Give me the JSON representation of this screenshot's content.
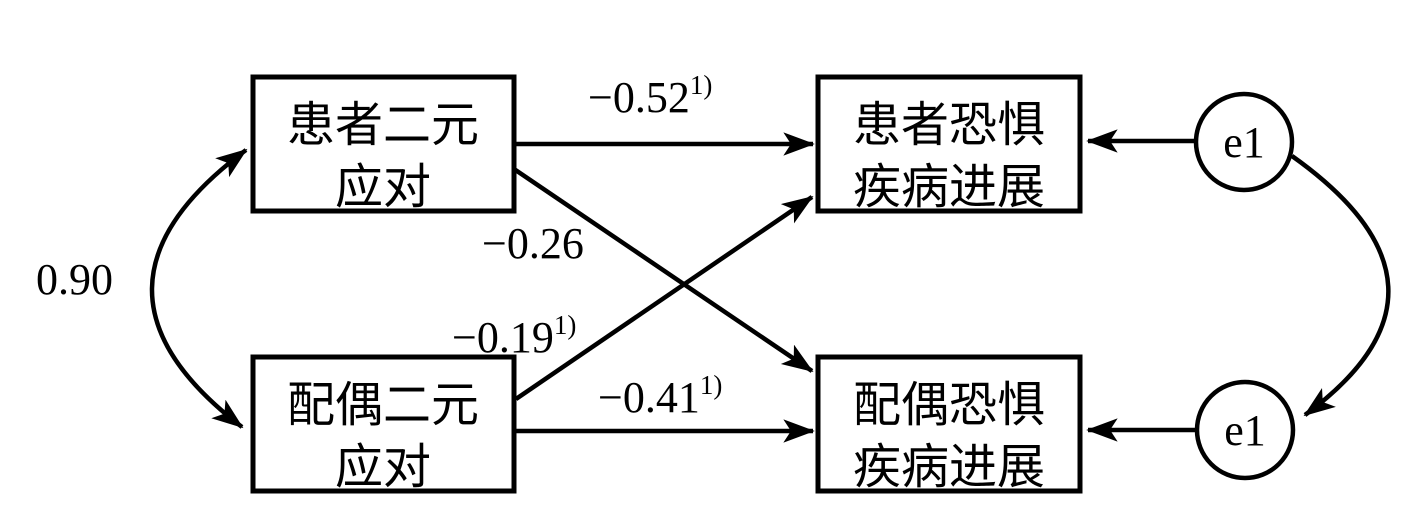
{
  "figure": {
    "type": "path-diagram",
    "left_correlation": "0.90",
    "boxes": {
      "patient_coping": {
        "line1": "患者二元",
        "line2": "应对"
      },
      "spouse_coping": {
        "line1": "配偶二元",
        "line2": "应对"
      },
      "patient_fear": {
        "line1": "患者恐惧",
        "line2": "疾病进展"
      },
      "spouse_fear": {
        "line1": "配偶恐惧",
        "line2": "疾病进展"
      }
    },
    "coefficients": {
      "patient_to_patient": {
        "value": "−0.52",
        "sup": "1)"
      },
      "patient_to_spouse": {
        "value": "−0.26"
      },
      "spouse_to_patient": {
        "value": "−0.19",
        "sup": "1)"
      },
      "spouse_to_spouse": {
        "value": "−0.41",
        "sup": "1)"
      }
    },
    "error_terms": {
      "top": "e1",
      "bottom": "e1"
    },
    "colors": {
      "stroke": "#000000",
      "background": "#ffffff"
    }
  }
}
